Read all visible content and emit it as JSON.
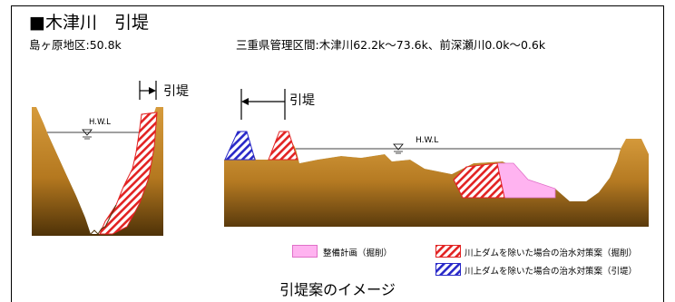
{
  "header": {
    "title": "■木津川　引堤",
    "left_location": "島ヶ原地区:50.8k",
    "right_location": "三重県管理区間:木津川62.2k〜73.6k、前深瀬川0.0k〜0.6k"
  },
  "diagram": {
    "left_arrow_label": "引堤",
    "right_arrow_label": "引堤",
    "water_level_left": "H.W.L",
    "water_level_right": "H.W.L"
  },
  "legend": [
    {
      "label": "整備計画（掘削）",
      "fill": "#ffb3f0"
    },
    {
      "label": "川上ダムを除いた場合の治水対策案（掘削）",
      "fill": "red-hatch"
    },
    {
      "label": "川上ダムを除いた場合の治水対策案（引堤）",
      "fill": "blue-hatch"
    }
  ],
  "caption": "引堤案のイメージ",
  "colors": {
    "water": "#bfe4e8",
    "ground_top": "#d69b3c",
    "ground_bottom": "#4e3208",
    "plan_pink": "#ffb3f0",
    "hatch_red": "#e22222",
    "hatch_blue": "#2828c8"
  }
}
